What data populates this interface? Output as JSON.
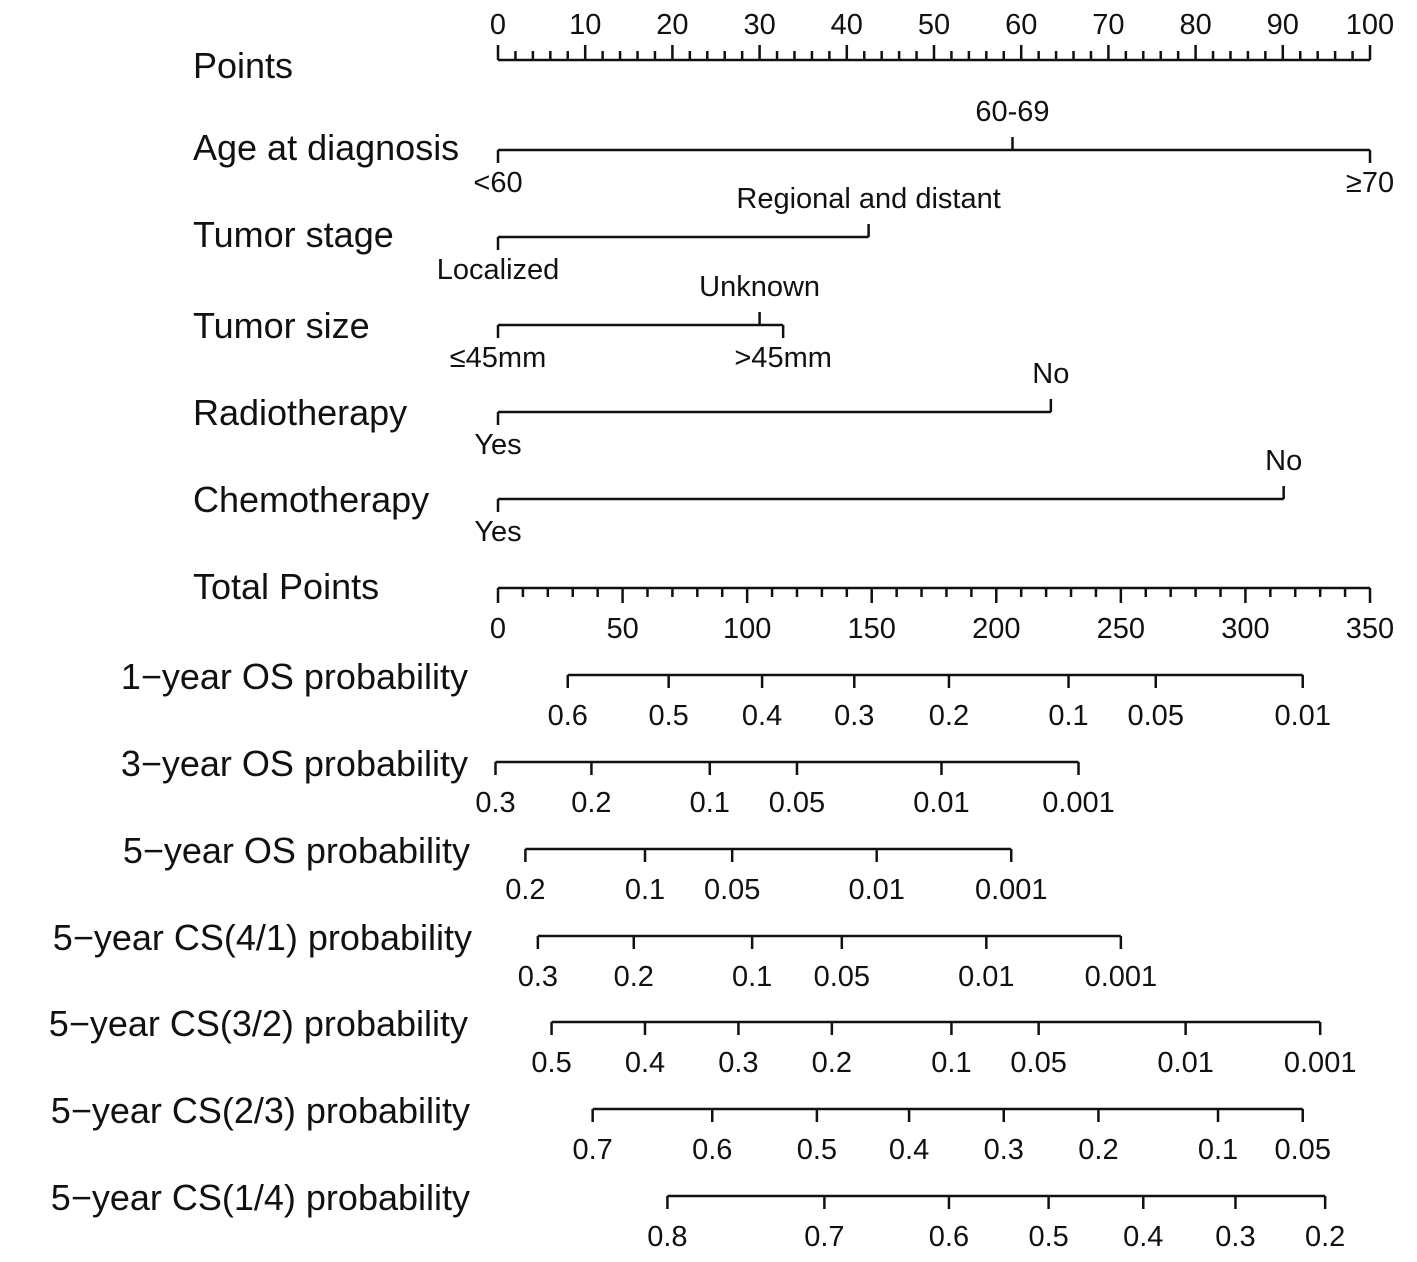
{
  "chart_data": {
    "type": "nomogram",
    "points_axis": {
      "label": "Points",
      "range": [
        0,
        100
      ],
      "major_ticks": [
        0,
        10,
        20,
        30,
        40,
        50,
        60,
        70,
        80,
        90,
        100
      ],
      "minor_step": 2
    },
    "predictors": [
      {
        "label": "Age at diagnosis",
        "levels": [
          {
            "name": "<60",
            "points": 0,
            "side": "below"
          },
          {
            "name": "60-69",
            "points": 59,
            "side": "above"
          },
          {
            "name": "≥70",
            "points": 100,
            "side": "below"
          }
        ]
      },
      {
        "label": "Tumor stage",
        "levels": [
          {
            "name": "Localized",
            "points": 0,
            "side": "below"
          },
          {
            "name": "Regional and distant",
            "points": 42.5,
            "side": "above"
          }
        ]
      },
      {
        "label": "Tumor size",
        "levels": [
          {
            "name": "≤45mm",
            "points": 0,
            "side": "below"
          },
          {
            "name": "Unknown",
            "points": 30,
            "side": "above"
          },
          {
            "name": ">45mm",
            "points": 32.7,
            "side": "below"
          }
        ]
      },
      {
        "label": "Radiotherapy",
        "levels": [
          {
            "name": "Yes",
            "points": 0,
            "side": "below"
          },
          {
            "name": "No",
            "points": 63.4,
            "side": "above"
          }
        ]
      },
      {
        "label": "Chemotherapy",
        "levels": [
          {
            "name": "Yes",
            "points": 0,
            "side": "below"
          },
          {
            "name": "No",
            "points": 90.1,
            "side": "above"
          }
        ]
      }
    ],
    "total_points_axis": {
      "label": "Total Points",
      "range": [
        0,
        350
      ],
      "major_ticks": [
        0,
        50,
        100,
        150,
        200,
        250,
        300,
        350
      ],
      "minor_step": 10
    },
    "probability_axes": [
      {
        "label": "1−year OS probability",
        "ticks": [
          {
            "value": "0.6",
            "total_points": 28
          },
          {
            "value": "0.5",
            "total_points": 68.5
          },
          {
            "value": "0.4",
            "total_points": 106
          },
          {
            "value": "0.3",
            "total_points": 143
          },
          {
            "value": "0.2",
            "total_points": 181
          },
          {
            "value": "0.1",
            "total_points": 229
          },
          {
            "value": "0.05",
            "total_points": 264
          },
          {
            "value": "0.01",
            "total_points": 323
          }
        ]
      },
      {
        "label": "3−year OS probability",
        "ticks": [
          {
            "value": "0.3",
            "total_points": -1
          },
          {
            "value": "0.2",
            "total_points": 37.5
          },
          {
            "value": "0.1",
            "total_points": 85
          },
          {
            "value": "0.05",
            "total_points": 120
          },
          {
            "value": "0.01",
            "total_points": 178
          },
          {
            "value": "0.001",
            "total_points": 233
          }
        ]
      },
      {
        "label": "5−year OS probability",
        "ticks": [
          {
            "value": "0.2",
            "total_points": 11
          },
          {
            "value": "0.1",
            "total_points": 59
          },
          {
            "value": "0.05",
            "total_points": 94
          },
          {
            "value": "0.01",
            "total_points": 152
          },
          {
            "value": "0.001",
            "total_points": 206
          }
        ]
      },
      {
        "label": "5−year CS(4/1) probability",
        "ticks": [
          {
            "value": "0.3",
            "total_points": 16
          },
          {
            "value": "0.2",
            "total_points": 54.5
          },
          {
            "value": "0.1",
            "total_points": 102
          },
          {
            "value": "0.05",
            "total_points": 138
          },
          {
            "value": "0.01",
            "total_points": 196
          },
          {
            "value": "0.001",
            "total_points": 250
          }
        ]
      },
      {
        "label": "5−year CS(3/2) probability",
        "ticks": [
          {
            "value": "0.5",
            "total_points": 21.5
          },
          {
            "value": "0.4",
            "total_points": 59
          },
          {
            "value": "0.3",
            "total_points": 96.5
          },
          {
            "value": "0.2",
            "total_points": 134
          },
          {
            "value": "0.1",
            "total_points": 182
          },
          {
            "value": "0.05",
            "total_points": 217
          },
          {
            "value": "0.01",
            "total_points": 276
          },
          {
            "value": "0.001",
            "total_points": 330
          }
        ]
      },
      {
        "label": "5−year CS(2/3) probability",
        "ticks": [
          {
            "value": "0.7",
            "total_points": 38
          },
          {
            "value": "0.6",
            "total_points": 86
          },
          {
            "value": "0.5",
            "total_points": 128
          },
          {
            "value": "0.4",
            "total_points": 165
          },
          {
            "value": "0.3",
            "total_points": 203
          },
          {
            "value": "0.2",
            "total_points": 241
          },
          {
            "value": "0.1",
            "total_points": 289
          },
          {
            "value": "0.05",
            "total_points": 323
          }
        ]
      },
      {
        "label": "5−year CS(1/4) probability",
        "ticks": [
          {
            "value": "0.8",
            "total_points": 68
          },
          {
            "value": "0.7",
            "total_points": 131
          },
          {
            "value": "0.6",
            "total_points": 181
          },
          {
            "value": "0.5",
            "total_points": 221
          },
          {
            "value": "0.4",
            "total_points": 259
          },
          {
            "value": "0.3",
            "total_points": 296
          },
          {
            "value": "0.2",
            "total_points": 332
          }
        ]
      }
    ]
  }
}
